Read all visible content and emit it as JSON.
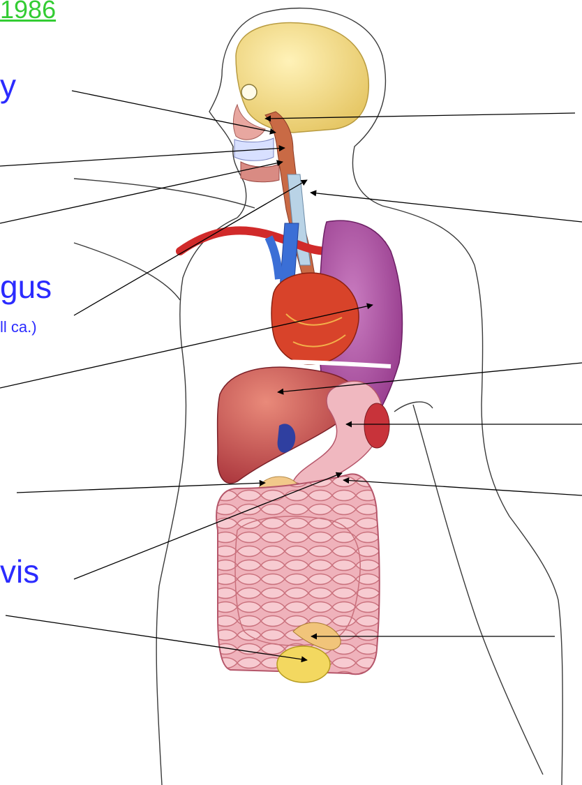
{
  "header": {
    "link_text": "1986"
  },
  "labels": {
    "upper_y": "y",
    "gus": "gus",
    "ca_note": "ll ca.)",
    "vis": "vis"
  },
  "colors": {
    "label_text": "#2b2bff",
    "link_text": "#33cc33",
    "outline": "#3a3a3a",
    "skull": "#f2dd8c",
    "lung": "#b04a9a",
    "heart": "#d8432a",
    "artery": "#d12a2a",
    "vein": "#3b6fd6",
    "liver": "#c9474a",
    "intestine": "#e89aa6",
    "bladder": "#f3d860"
  }
}
